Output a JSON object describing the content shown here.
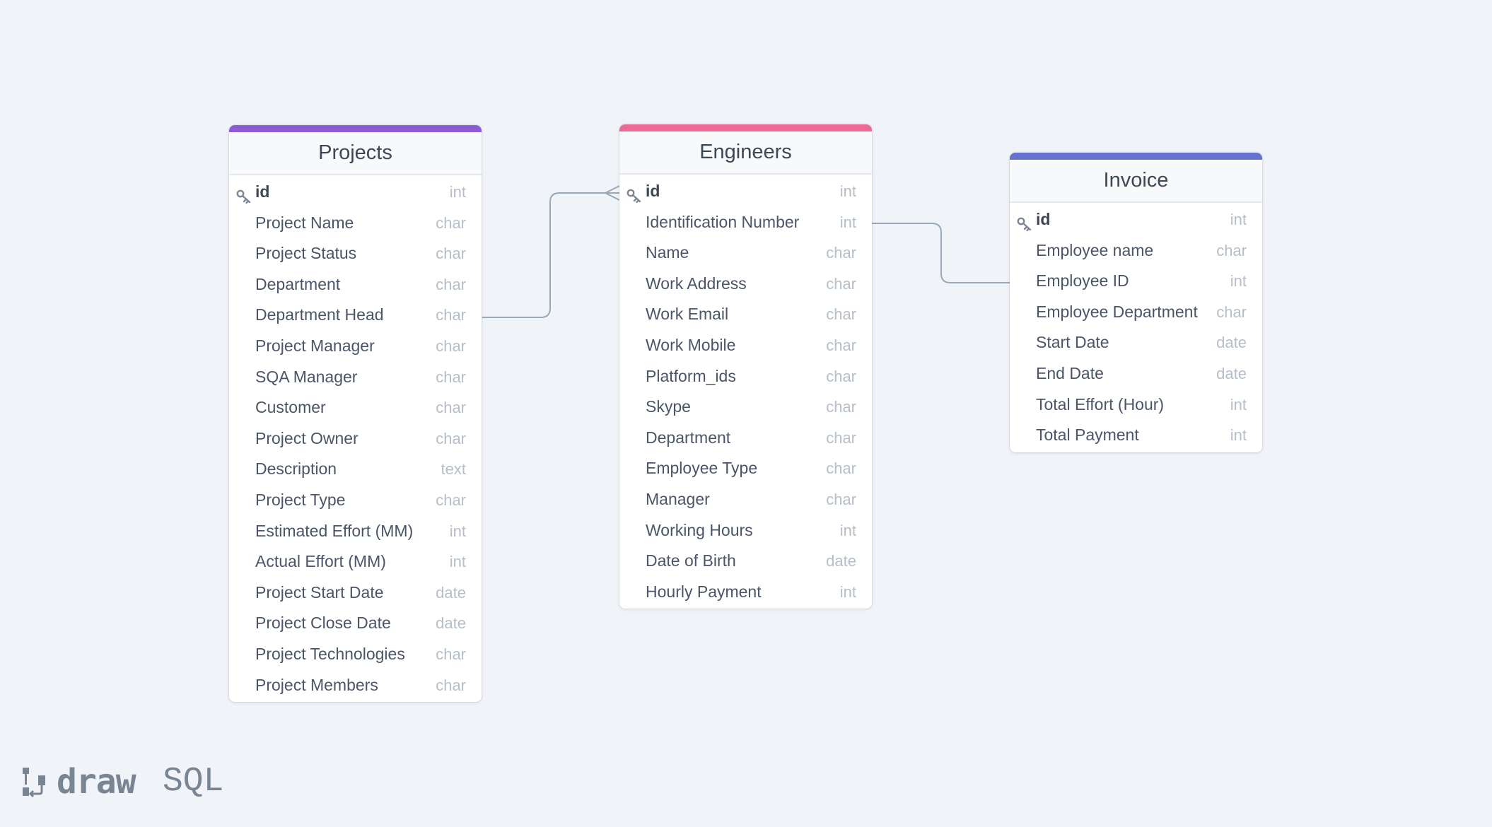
{
  "tables": [
    {
      "name": "Projects",
      "color": "#8e5bd6",
      "columns": [
        {
          "name": "id",
          "type": "int",
          "pk": true
        },
        {
          "name": "Project Name",
          "type": "char"
        },
        {
          "name": "Project Status",
          "type": "char"
        },
        {
          "name": "Department",
          "type": "char"
        },
        {
          "name": "Department Head",
          "type": "char"
        },
        {
          "name": "Project Manager",
          "type": "char"
        },
        {
          "name": "SQA Manager",
          "type": "char"
        },
        {
          "name": "Customer",
          "type": "char"
        },
        {
          "name": "Project Owner",
          "type": "char"
        },
        {
          "name": "Description",
          "type": "text"
        },
        {
          "name": "Project Type",
          "type": "char"
        },
        {
          "name": "Estimated Effort (MM)",
          "type": "int"
        },
        {
          "name": "Actual Effort (MM)",
          "type": "int"
        },
        {
          "name": "Project Start Date",
          "type": "date"
        },
        {
          "name": "Project Close Date",
          "type": "date"
        },
        {
          "name": "Project Technologies",
          "type": "char"
        },
        {
          "name": "Project Members",
          "type": "char"
        }
      ]
    },
    {
      "name": "Engineers",
      "color": "#ed6a96",
      "columns": [
        {
          "name": "id",
          "type": "int",
          "pk": true
        },
        {
          "name": "Identification Number",
          "type": "int"
        },
        {
          "name": "Name",
          "type": "char"
        },
        {
          "name": "Work Address",
          "type": "char"
        },
        {
          "name": "Work Email",
          "type": "char"
        },
        {
          "name": "Work Mobile",
          "type": "char"
        },
        {
          "name": "Platform_ids",
          "type": "char"
        },
        {
          "name": "Skype",
          "type": "char"
        },
        {
          "name": "Department",
          "type": "char"
        },
        {
          "name": "Employee Type",
          "type": "char"
        },
        {
          "name": "Manager",
          "type": "char"
        },
        {
          "name": "Working Hours",
          "type": "int"
        },
        {
          "name": "Date of Birth",
          "type": "date"
        },
        {
          "name": "Hourly Payment",
          "type": "int"
        }
      ]
    },
    {
      "name": "Invoice",
      "color": "#6572cf",
      "columns": [
        {
          "name": "id",
          "type": "int",
          "pk": true
        },
        {
          "name": "Employee name",
          "type": "char"
        },
        {
          "name": "Employee ID",
          "type": "int"
        },
        {
          "name": "Employee Department",
          "type": "char"
        },
        {
          "name": "Start Date",
          "type": "date"
        },
        {
          "name": "End Date",
          "type": "date"
        },
        {
          "name": "Total Effort (Hour)",
          "type": "int"
        },
        {
          "name": "Total Payment",
          "type": "int"
        }
      ]
    }
  ],
  "relationships": [
    {
      "from_table": "Projects",
      "from_column": "Department Head",
      "to_table": "Engineers",
      "to_column": "id",
      "to_end": "many"
    },
    {
      "from_table": "Engineers",
      "from_column": "Identification Number",
      "to_table": "Invoice",
      "to_column": "Employee ID",
      "to_end": "one"
    }
  ],
  "logo": {
    "part1": "draw",
    "part2": "SQL"
  }
}
